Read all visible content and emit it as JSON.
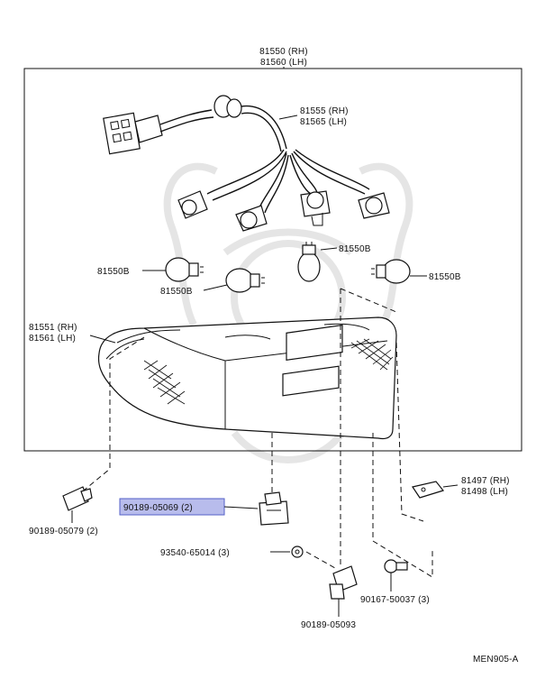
{
  "labels": {
    "assembly_rh": "81550 (RH)",
    "assembly_lh": "81560 (LH)",
    "socket_wire_rh": "81555 (RH)",
    "socket_wire_lh": "81565 (LH)",
    "bulb_a": "81550B",
    "bulb_b": "81550B",
    "bulb_c": "81550B",
    "bulb_d": "81550B",
    "lens_rh": "81551 (RH)",
    "lens_lh": "81561 (LH)",
    "plug_rh": "81497 (RH)",
    "plug_lh": "81498 (LH)",
    "screw_left": "90189-05079 (2)",
    "screw_highlight": "90189-05069 (2)",
    "washer": "93540-65014 (3)",
    "bolt": "90167-50037 (3)",
    "nut_bottom": "90189-05093",
    "diagram_code": "MEN905-A"
  },
  "colors": {
    "line": "#111111",
    "highlight_fill": "#b8bcec",
    "highlight_border": "#5561c8",
    "watermark": "#e3e3e3"
  }
}
